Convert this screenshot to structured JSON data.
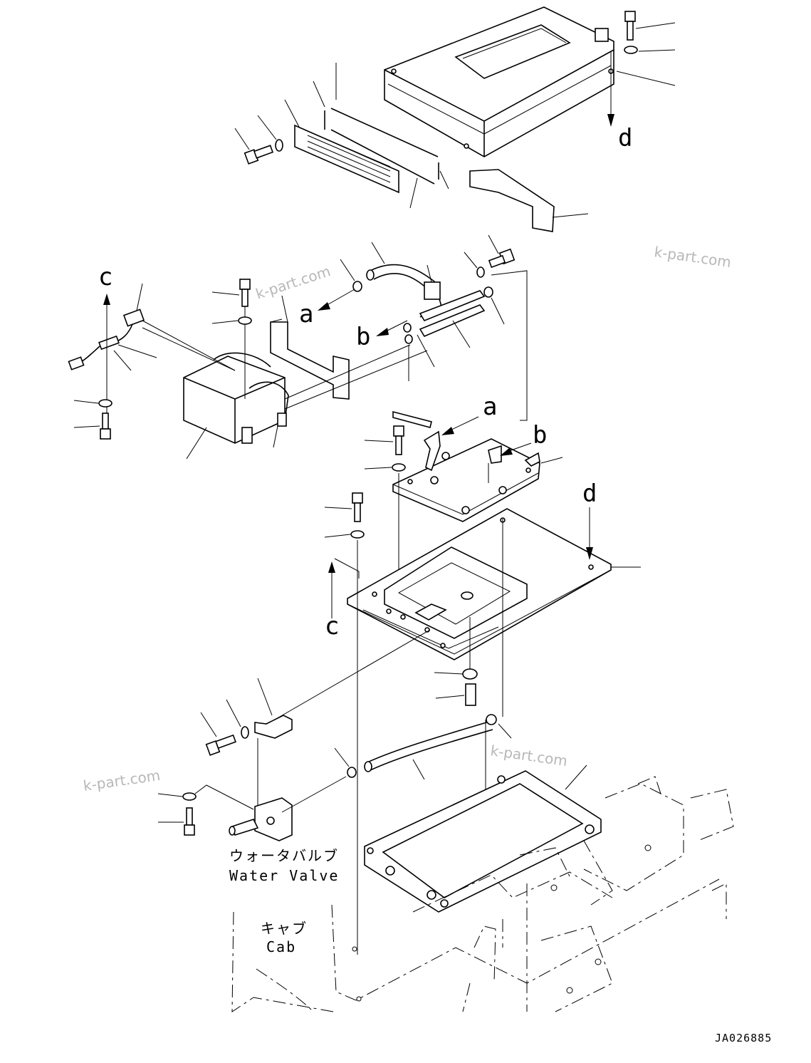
{
  "diagram": {
    "ref_labels": [
      "a",
      "b",
      "c",
      "d"
    ],
    "callouts": {
      "water_valve_jp": "ウォータバルブ",
      "water_valve_en": "Water Valve",
      "cab_jp": "キャブ",
      "cab_en": "Cab"
    },
    "watermark": "k-part.com",
    "drawing_code": "JA026885"
  }
}
